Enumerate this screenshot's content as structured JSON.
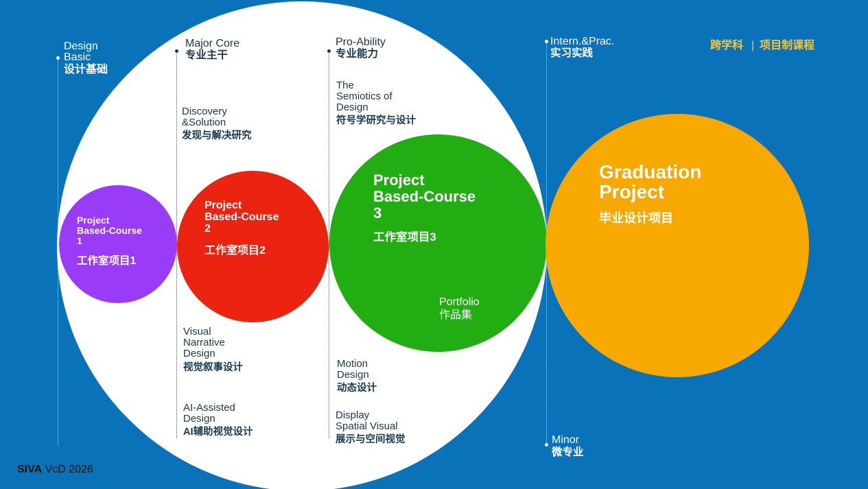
{
  "tag": {
    "left": "跨学科",
    "sep": "|",
    "right": "项目制课程"
  },
  "columns": {
    "design_basic": {
      "en1": "Design",
      "en2": "Basic",
      "zh": "设计基础"
    },
    "major_core": {
      "en": "Major Core",
      "zh": "专业主干"
    },
    "pro_ability": {
      "en": "Pro-Ability",
      "zh": "专业能力"
    },
    "intern": {
      "en": "Intern.&Prac.",
      "zh": "实习实践"
    },
    "minor": {
      "en": "Minor",
      "zh": "微专业"
    }
  },
  "courses": {
    "discovery": {
      "en1": "Discovery",
      "en2": "&Solution",
      "zh": "发现与解决研究"
    },
    "visual_narrative": {
      "en1": "Visual",
      "en2": "Narrative",
      "en3": "Design",
      "zh": "视觉叙事设计"
    },
    "ai_assisted": {
      "en1": "AI-Assisted",
      "en2": "Design",
      "zh": "AI辅助视觉设计"
    },
    "semiotics": {
      "en1": "The",
      "en2": "Semiotics of",
      "en3": "Design",
      "zh": "符号学研究与设计"
    },
    "motion": {
      "en1": "Motion",
      "en2": "Design",
      "zh": "动态设计"
    },
    "display": {
      "en1": "Display",
      "en2": "Spatial Visual",
      "zh": "展示与空间视觉"
    },
    "portfolio": {
      "en": "Portfolio",
      "zh": "作品集"
    }
  },
  "circles": {
    "pbc1": {
      "l1": "Project",
      "l2": "Based-Course",
      "l3": "1",
      "zh": "工作室项目1",
      "color": "#9a3cf7"
    },
    "pbc2": {
      "l1": "Project",
      "l2": "Based-Course",
      "l3": "2",
      "zh": "工作室项目2",
      "color": "#ea2410"
    },
    "pbc3": {
      "l1": "Project",
      "l2": "Based-Course",
      "l3": "3",
      "zh": "工作室项目3",
      "color": "#22ad12"
    },
    "grad": {
      "l1": "Graduation",
      "l2": "Project",
      "zh": "毕业设计项目",
      "color": "#f8a900"
    }
  },
  "brand": {
    "bold": "SIVA",
    "rest": " VcD 2026"
  },
  "colors": {
    "background": "#0a72b8",
    "tag": "#f5c63a"
  }
}
